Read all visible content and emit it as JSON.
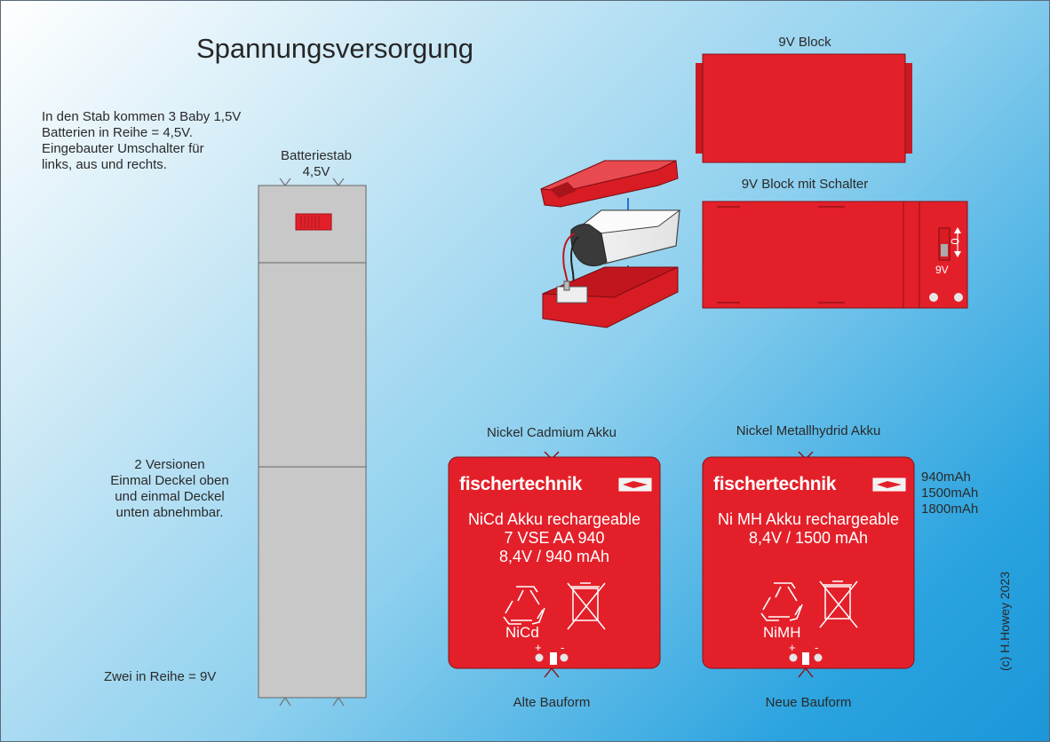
{
  "title": "Spannungsversorgung",
  "stab": {
    "description": [
      "In den Stab kommen 3 Baby 1,5V",
      "Batterien in Reihe = 4,5V.",
      "Eingebauter Umschalter für",
      "links, aus und rechts."
    ],
    "label": [
      "Batteriestab",
      "4,5V"
    ],
    "versions": [
      "2 Versionen",
      "Einmal Deckel oben",
      "und einmal Deckel",
      "unten abnehmbar."
    ],
    "series": "Zwei in Reihe = 9V"
  },
  "block9v": {
    "label": "9V Block",
    "switch_label": "9V Block mit Schalter",
    "switch_marks": {
      "on": "0",
      "polarity": "9V"
    }
  },
  "nicd": {
    "heading": "Nickel Cadmium Akku",
    "brand": "fischertechnik",
    "lines": [
      "NiCd Akku rechargeable",
      "7 VSE AA 940",
      "8,4V / 940 mAh"
    ],
    "chemistry": "NiCd",
    "form": "Alte Bauform"
  },
  "nimh": {
    "heading": "Nickel Metallhydrid Akku",
    "brand": "fischertechnik",
    "lines": [
      "Ni MH Akku rechargeable",
      "8,4V / 1500 mAh"
    ],
    "chemistry": "NiMH",
    "form": "Neue Bauform",
    "capacities": [
      "940mAh",
      "1500mAh",
      "1800mAh"
    ]
  },
  "terminals": {
    "plus": "+",
    "minus": "-"
  },
  "copyright": "(c) H.Howey 2023",
  "colors": {
    "red": "#e3202a",
    "grey": "#c8c8c8",
    "blue": "#2f6fcf"
  }
}
